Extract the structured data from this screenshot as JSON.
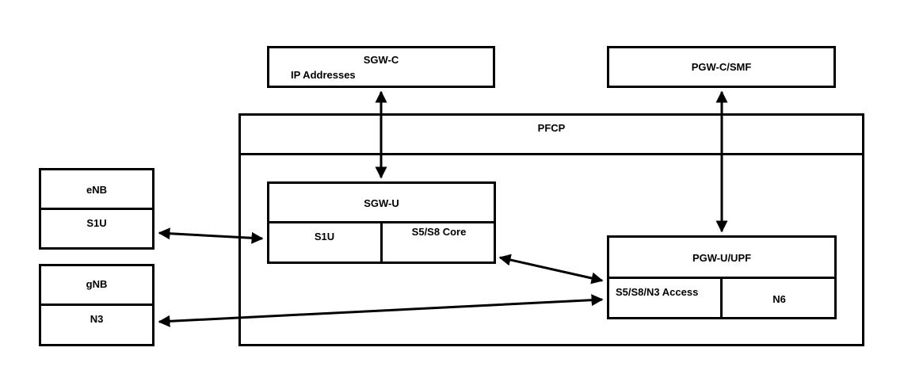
{
  "sgw_c": {
    "title": "SGW-C",
    "subtitle": "IP Addresses"
  },
  "pgw_c": {
    "title": "PGW-C/SMF"
  },
  "pfcp": {
    "label": "PFCP"
  },
  "enb": {
    "title": "eNB",
    "interface": "S1U"
  },
  "gnb": {
    "title": "gNB",
    "interface": "N3"
  },
  "sgw_u": {
    "title": "SGW-U",
    "left_interface": "S1U",
    "right_interface": "S5/S8 Core"
  },
  "pgw_u": {
    "title": "PGW-U/UPF",
    "left_interface": "S5/S8/N3 Access",
    "right_interface": "N6"
  },
  "colors": {
    "stroke": "#000000",
    "background": "#ffffff"
  }
}
